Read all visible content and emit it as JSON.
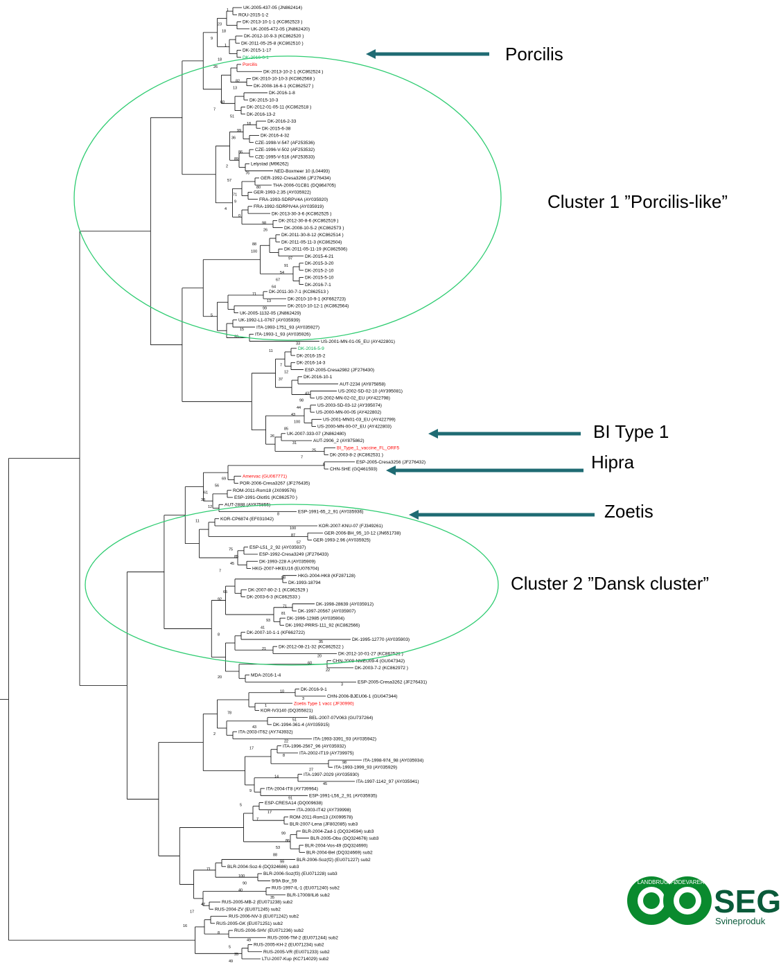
{
  "annotations": {
    "porcilis": "Porcilis",
    "cluster1": "Cluster 1 ”Porcilis-like”",
    "bi_type1": "BI Type 1",
    "hipra": "Hipra",
    "cluster2": "Cluster 2 ”Dansk cluster”",
    "zoetis": "Zoetis"
  },
  "colors": {
    "arrow": "#1f6b73",
    "ellipse": "#2ecc71",
    "vaccine_label": "#ff0000",
    "highlight_label": "#00b050",
    "logo_green": "#0a8a2e",
    "logo_dark": "#0a5a3a"
  },
  "logo": {
    "name": "SEGES",
    "visible_text": "SEG",
    "ring_top": "LANDBRUG",
    "ring_right": "FØDEVARER",
    "sub": "Svineproduk"
  },
  "leaves": [
    {
      "label": "UK-2005-437-05 (JN862414)",
      "bs": "1"
    },
    {
      "label": "ROU-2015-1-2",
      "bs": ""
    },
    {
      "label": "DK-2013-10-1-1 (KC862523 )",
      "bs": "23"
    },
    {
      "label": "UK-2005-472-05 (JN862420)",
      "bs": "18"
    },
    {
      "label": "DK-2012-10-9-3 (KC862520 )",
      "bs": "9"
    },
    {
      "label": "DK-2011-05-25-8 (KC862510 )",
      "bs": "1"
    },
    {
      "label": "DK-2015-1-17",
      "bs": ""
    },
    {
      "label": "DK-2016-6-1",
      "bs": "18",
      "color": "green"
    },
    {
      "label": "Porcilis",
      "bs": "26",
      "color": "red"
    },
    {
      "label": "DK-2013-10-2-1 (KC862524 )",
      "bs": ""
    },
    {
      "label": "DK-2010-10-10-3 (KC862568 )",
      "bs": "82"
    },
    {
      "label": "DK-2008-16-6-1 (KC862527 )",
      "bs": "13"
    },
    {
      "label": "DK-2016-1-8",
      "bs": ""
    },
    {
      "label": "DK-2015-10-3",
      "bs": "60"
    },
    {
      "label": "DK-2012-01-05-11 (KC862518 )",
      "bs": "7"
    },
    {
      "label": "DK-2016-13-2",
      "bs": "51"
    },
    {
      "label": "DK-2016-2-33",
      "bs": "18"
    },
    {
      "label": "DK-2015-6-38",
      "bs": "99"
    },
    {
      "label": "DK-2016-4-32",
      "bs": "36"
    },
    {
      "label": "CZE-1998-V-547 (AF253536)",
      "bs": ""
    },
    {
      "label": "CZE-1996-V-502 (AF253532)",
      "bs": "86"
    },
    {
      "label": "CZE-1995-V-516 (AF253533)",
      "bs": "89"
    },
    {
      "label": "Lelystad (M96262)",
      "bs": "2"
    },
    {
      "label": "NED-Boxmeer 10 (L04493)",
      "bs": "76"
    },
    {
      "label": "GER-1992-Cresa3266 (JF276434)",
      "bs": "57"
    },
    {
      "label": "THA-2006-01CB1 (DQ864705)",
      "bs": "80"
    },
    {
      "label": "GER-1993-2.35 (AY035922)",
      "bs": "71"
    },
    {
      "label": "FRA-1993-SDRPV4A (AY035920)",
      "bs": "9"
    },
    {
      "label": "FRA-1992-SDRPIV4A (AY035919)",
      "bs": "4"
    },
    {
      "label": "DK-2013-30-3-6 (KC862525 )",
      "bs": "0"
    },
    {
      "label": "DK-2012-30-8-6 (KC862519 )",
      "bs": "98"
    },
    {
      "label": "DK-2008-10-5-2 (KC862573 )",
      "bs": "26"
    },
    {
      "label": "DK-2011-30-8-12 (KC862514 )",
      "bs": ""
    },
    {
      "label": "DK-2011-05-11-3 (KC862504)",
      "bs": "88"
    },
    {
      "label": "DK-2011-05-11-19 (KC862506)",
      "bs": "100"
    },
    {
      "label": "DK-2015-4-21",
      "bs": "97"
    },
    {
      "label": "DK-2015-3-20",
      "bs": "91"
    },
    {
      "label": "DK-2015-2-10",
      "bs": "54"
    },
    {
      "label": "DK-2015-5-10",
      "bs": "67"
    },
    {
      "label": "DK-2016-7-1",
      "bs": "64"
    },
    {
      "label": "DK-2011-30-7-1 (KC862513 )",
      "bs": "71"
    },
    {
      "label": "DK-2010-10-9-1 (KF662723)",
      "bs": "13"
    },
    {
      "label": "DK-2010-10-12-1 (KC862564)",
      "bs": "99"
    },
    {
      "label": "UK-2005-1132-05 (JN862429)",
      "bs": "5"
    },
    {
      "label": "UK-1992-L1-0767 (AY035939)",
      "bs": ""
    },
    {
      "label": "ITA-1993-1751_93 (AY035927)",
      "bs": "15"
    },
    {
      "label": "ITA-1993-1_93 (AY035926)",
      "bs": "99"
    },
    {
      "label": "US-2001-MN-01-05_EU (AY422801)",
      "bs": "33"
    },
    {
      "label": "DK-2016-5-9",
      "bs": "11",
      "color": "green"
    },
    {
      "label": "DK-2016-15-2",
      "bs": ""
    },
    {
      "label": "DK-2016-14-3",
      "bs": "7"
    },
    {
      "label": "ESP-2005-Cresa2982 (JF276430)",
      "bs": "12"
    },
    {
      "label": "DK-2016-10-1",
      "bs": "37"
    },
    {
      "label": "AUT-2234 (AY875858)",
      "bs": ""
    },
    {
      "label": "US-2002-SD-02-10 (AY395081)",
      "bs": "43"
    },
    {
      "label": "US-2002-MN-02-02_EU (AY422798)",
      "bs": "98"
    },
    {
      "label": "US-2003-SD-03-12 (AY395074)",
      "bs": "44"
    },
    {
      "label": "US-2000-MN-00-05 (AY422802)",
      "bs": "43"
    },
    {
      "label": "US-2001-MN01-03_EU (AY422799)",
      "bs": "100"
    },
    {
      "label": "US-2000-MN-00-07_EU (AY422803)",
      "bs": "85"
    },
    {
      "label": "UK-2007-333-07 (JN862480)",
      "bs": "26"
    },
    {
      "label": "AUT-2906_2 (AY875862)",
      "bs": "31"
    },
    {
      "label": "BI_Type_1_vaccine_FL_ORF5",
      "bs": "25",
      "color": "red"
    },
    {
      "label": "DK-2003-8-2 (KC862531 )",
      "bs": "7"
    },
    {
      "label": "ESP-2005-Cresa3256 (JF276432)",
      "bs": "6"
    },
    {
      "label": "CHN-SHE (GQ461593)",
      "bs": ""
    },
    {
      "label": "Amervac (GU067771)",
      "bs": "69",
      "color": "red"
    },
    {
      "label": "POR-2006-Cresa3267 (JF276435)",
      "bs": "56"
    },
    {
      "label": "ROM-2011-Rom18 (JX099576)",
      "bs": "61"
    },
    {
      "label": "ESP-1991-Olot91 (KC862570 )",
      "bs": "38"
    },
    {
      "label": "AUT-2888 (AY875855)",
      "bs": "12"
    },
    {
      "label": "ESP-1991-65_2_91 (AY035936)",
      "bs": "8"
    },
    {
      "label": "KOR-CP6874 (EF031042)",
      "bs": "11"
    },
    {
      "label": "KOR-2007-KNU-07 (FJ349261)",
      "bs": "100"
    },
    {
      "label": "GER-2006-BH_95_10-12 (JN651738)",
      "bs": "87"
    },
    {
      "label": "GER-1993-2.96 (AY035925)",
      "bs": "57"
    },
    {
      "label": "ESP-L51_2_92 (AY035937)",
      "bs": "75"
    },
    {
      "label": "ESP-1992-Cresa3249 (JF276433)",
      "bs": "85"
    },
    {
      "label": "DK-1993-228 A (AY035909)",
      "bs": "45"
    },
    {
      "label": "HKG-2007-HKEU16 (EU076704)",
      "bs": "7"
    },
    {
      "label": "HKG-2004-HK8 (KF287128)",
      "bs": "98"
    },
    {
      "label": "DK-1993-18794",
      "bs": ""
    },
    {
      "label": "DK-2007-80-2-1 (KC862529 )",
      "bs": "65"
    },
    {
      "label": "DK-2003-6-3 (KC862533 )",
      "bs": "92"
    },
    {
      "label": "DK-1998-28639 (AY035912)",
      "bs": "71"
    },
    {
      "label": "DK-1997-20567 (AY035907)",
      "bs": "81"
    },
    {
      "label": "DK-1996-12985 (AY035904)",
      "bs": "93"
    },
    {
      "label": "DK-1992-PRRS-111_92 (KC862566)",
      "bs": "41"
    },
    {
      "label": "DK-2007-10-1-1 (KF662722)",
      "bs": "8"
    },
    {
      "label": "DK-1995-12770 (AY035903)",
      "bs": "35"
    },
    {
      "label": "DK-2012-08-21-32 (KC862522 )",
      "bs": "21"
    },
    {
      "label": "DK-2012-10-01-27 (KC862521 )",
      "bs": "20"
    },
    {
      "label": "CHN-2009-NMEU09-4 (GU047342)",
      "bs": "60"
    },
    {
      "label": "DK-2003-7-2 (KC862972 )",
      "bs": "22"
    },
    {
      "label": "MDA-2016-1-4",
      "bs": "20"
    },
    {
      "label": "ESP-2005-Cresa3262 (JF276431)",
      "bs": "3"
    },
    {
      "label": "DK-2016-9-1",
      "bs": "10"
    },
    {
      "label": "CHN-2006-BJEU06-1 (GU047344)",
      "bs": "3"
    },
    {
      "label": "Zoetis Type 1 vacc (JF30990)",
      "bs": "1",
      "color": "red"
    },
    {
      "label": "KOR-IV3140 (DQ355821)",
      "bs": "78"
    },
    {
      "label": "BEL-2007-07V063 (GU737264)",
      "bs": "51"
    },
    {
      "label": "DK-1994-361-4 (AY035915)",
      "bs": "43"
    },
    {
      "label": "ITA-2003-IT62 (AY743932)",
      "bs": "2"
    },
    {
      "label": "ITA-1993-3391_93 (AY035942)",
      "bs": "22"
    },
    {
      "label": "ITA-1996-2567_96 (AY035932)",
      "bs": "17"
    },
    {
      "label": "ITA-2002-IT19 (AY739975)",
      "bs": "8"
    },
    {
      "label": "ITA-1998-974_98 (AY035934)",
      "bs": "98"
    },
    {
      "label": "ITA-1993-1999_93 (AY035929)",
      "bs": "27"
    },
    {
      "label": "ITA-1997-2029 (AY035930)",
      "bs": "14"
    },
    {
      "label": "ITA-1997-1142_97 (AY035941)",
      "bs": "45"
    },
    {
      "label": "ITA-2004-IT8 (AY739964)",
      "bs": "9"
    },
    {
      "label": "ESP-1991-L56_2_91 (AY035935)",
      "bs": "91"
    },
    {
      "label": "ESP-CRESA14 (DQ009638)",
      "bs": "5"
    },
    {
      "label": "ITA-2003-IT42 (AY739998)",
      "bs": "17"
    },
    {
      "label": "ROM-2011-Rom13 (JX099578)",
      "bs": "7"
    },
    {
      "label": "BLR-2007-Lena (JF802085) sub3",
      "bs": ""
    },
    {
      "label": "BLR-2004-Zad-1 (DQ324594) sub3",
      "bs": "99"
    },
    {
      "label": "BLR-2005-Obu (DQ324676) sub3",
      "bs": "86"
    },
    {
      "label": "BLR-2004-Vos-49 (DQ324690)",
      "bs": "53"
    },
    {
      "label": "BLR-2004-Bel (DQ324669) sub2",
      "bs": "88"
    },
    {
      "label": "BLR-2006-Soz(f2) (EU071227) sub2",
      "bs": "99"
    },
    {
      "label": "BLR-2004-Soz-6 (DQ324686) sub3",
      "bs": "71"
    },
    {
      "label": "BLR-2006-Soz(f3) (EU071228) sub3",
      "bs": "100"
    },
    {
      "label": "9/9A Bor_59",
      "bs": "90"
    },
    {
      "label": "RUS-1997-IL-1 (EU071240) sub2",
      "bs": "40"
    },
    {
      "label": "BLR-17008/ILi6 sub2",
      "bs": "35"
    },
    {
      "label": "RUS-2005-MB-2 (EU071238) sub2",
      "bs": "47"
    },
    {
      "label": "RUS-2004-ZV (EU071245) sub2",
      "bs": "17"
    },
    {
      "label": "RUS-2006-NV-3 (EU071242) sub2",
      "bs": ""
    },
    {
      "label": "RUS-2005-GK (EU071251) sub2",
      "bs": "16"
    },
    {
      "label": "RUS-2006-SHV (EU071236) sub2",
      "bs": "8"
    },
    {
      "label": "RUS-2006-TM-2 (EU071244) sub2",
      "bs": "49"
    },
    {
      "label": "RUS-2005-KH-2 (EU071234) sub2",
      "bs": "5"
    },
    {
      "label": "RUS-2005-VR (EU071233) sub2",
      "bs": "35"
    },
    {
      "label": "LTU-2007-Kup (KC714029) sub2",
      "bs": "49"
    }
  ]
}
